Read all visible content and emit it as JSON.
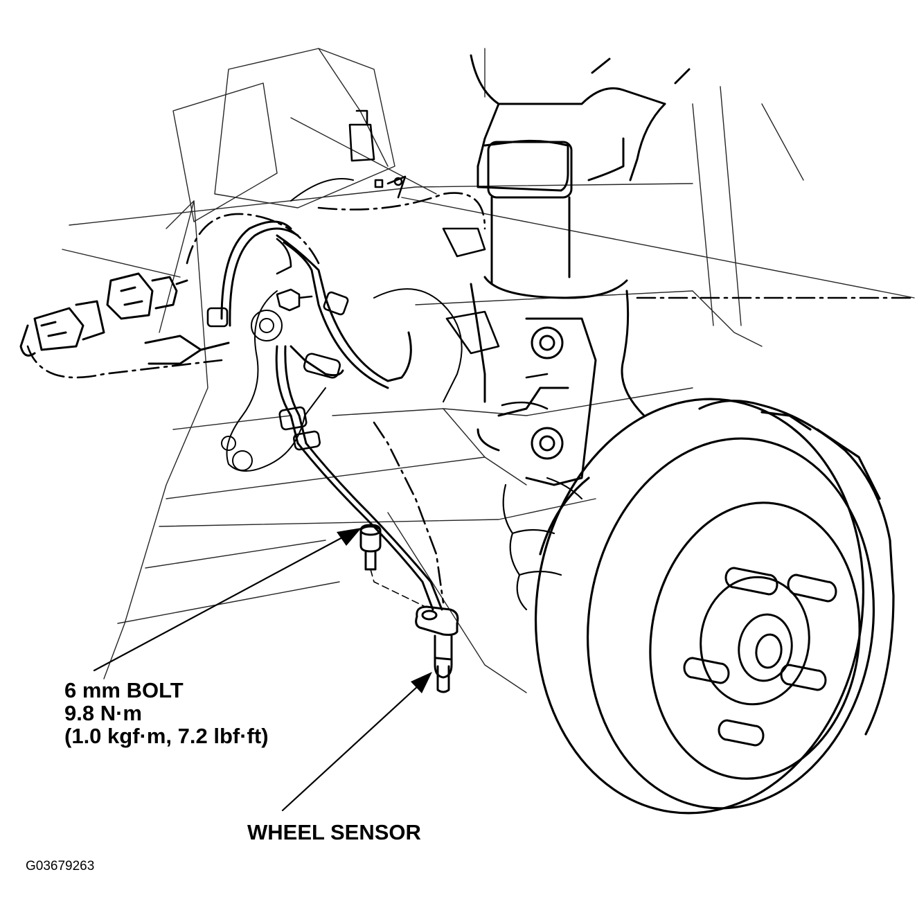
{
  "labels": {
    "bolt": {
      "line1": "6 mm BOLT",
      "line2": "9.8 N·m",
      "line3": "(1.0 kgf·m, 7.2 lbf·ft)"
    },
    "sensor": "WHEEL SENSOR"
  },
  "figure_id": "G03679263",
  "colors": {
    "ink": "#000000",
    "paper": "#ffffff"
  }
}
